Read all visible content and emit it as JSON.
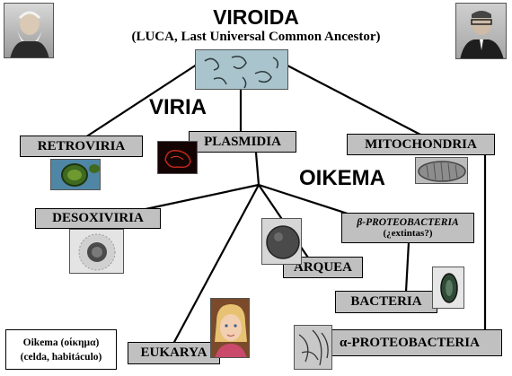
{
  "title": "VIROIDA",
  "subtitle": "(LUCA, Last Universal Common Ancestor)",
  "groups": {
    "viria": "VIRIA",
    "oikema": "OIKEMA"
  },
  "nodes": {
    "retroviria": "RETROVIRIA",
    "plasmidia": "PLASMIDIA",
    "mitochondria": "MITOCHONDRIA",
    "desoxiviria": "DESOXIVIRIA",
    "beta_proteobacteria": "β-PROTEOBACTERIA",
    "beta_note": "(¿extintas?)",
    "arquea": "ARQUEA",
    "bacteria": "BACTERIA",
    "eukarya": "EUKARYA",
    "alpha_proteobacteria": "α-PROTEOBACTERIA"
  },
  "legend": {
    "line1": "Oikema (οίκημα)",
    "line2": "(celda, habitáculo)"
  },
  "colors": {
    "box_fill": "#c0c0c0",
    "line": "#000000"
  }
}
